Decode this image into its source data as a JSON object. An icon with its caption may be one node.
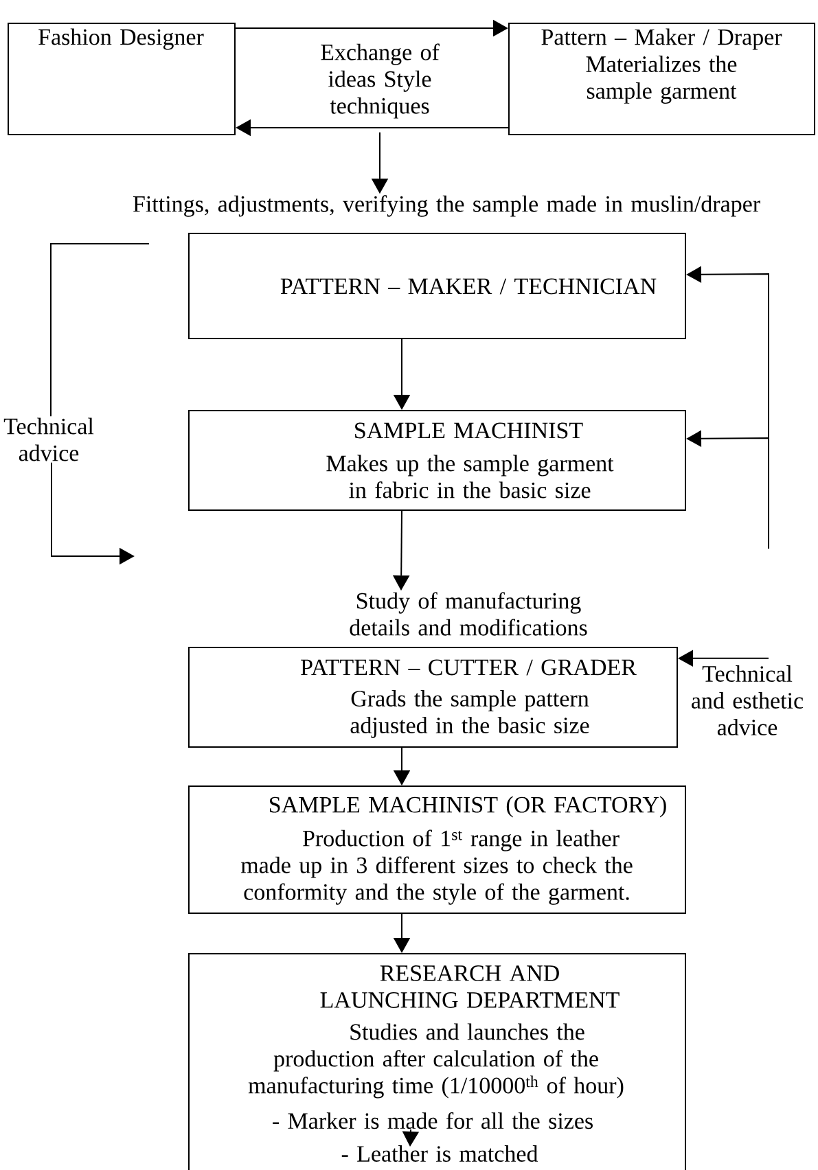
{
  "diagram": {
    "nodes": [
      {
        "text": [
          "Fashion Designer"
        ]
      },
      {
        "text": [
          "Pattern – Maker / Draper",
          "Materializes the sample garment"
        ]
      },
      {
        "text": [
          "Exchange of ideas Style techniques"
        ]
      },
      {
        "text": [
          "Fittings, adjustments, verifying the sample made in muslin/draper"
        ]
      },
      {
        "text": [
          "PATTERN – MAKER / TECHNICIAN"
        ]
      },
      {
        "text": [
          "SAMPLE MACHINIST",
          "Makes up the sample garment in fabric in the basic size"
        ]
      },
      {
        "text": [
          "Study of manufacturing details and modifications"
        ]
      },
      {
        "text": [
          "PATTERN – CUTTER / GRADER",
          "Grads the sample pattern adjusted in the basic size"
        ]
      },
      {
        "text": [
          "Technical and esthetic advice"
        ]
      },
      {
        "text": [
          "SAMPLE MACHINIST (OR FACTORY)",
          "Production of 1$^{st}$ range in leather made up in 3 different sizes to check the conformity and the style of the garment."
        ]
      },
      {
        "text": [
          "RESEARCH AND LAUNCHING DEPARTMENT",
          "Studies and launches the production after calculation of the manufacturing time (1/10000$^{th}$ of hour)",
          "- Marker is made for all the sizes",
          "- Leather is matched"
        ]
      },
      {
        "text": [
          "Technical advice"
        ]
      }
    ],
    "edges": [
      {
        "from": 0,
        "to": 1,
        "arrow": "to"
      },
      {
        "from": 1,
        "to": 0,
        "arrow": "to"
      },
      {
        "from": 2,
        "to": 3,
        "arrow": "to"
      },
      {
        "from": null,
        "to": 4,
        "arrow": "to"
      },
      {
        "from": 4,
        "to": 5,
        "arrow": "to"
      },
      {
        "from": null,
        "to": 11,
        "arrow": "none"
      },
      {
        "from": null,
        "to": 5,
        "arrow": "to"
      },
      {
        "from": 5,
        "to": 6,
        "arrow": "to"
      },
      {
        "from": 11,
        "to": null,
        "arrow": "to"
      },
      {
        "from": 8,
        "to": 7,
        "arrow": "to"
      },
      {
        "from": 7,
        "to": 9,
        "arrow": "to"
      },
      {
        "from": 9,
        "to": 10,
        "arrow": "to"
      },
      {
        "from": 10,
        "to": null,
        "arrow": "to"
      }
    ]
  }
}
